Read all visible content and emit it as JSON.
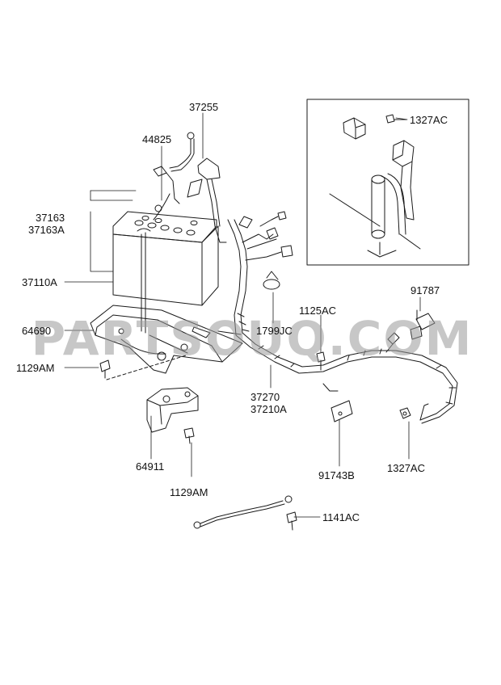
{
  "diagram": {
    "labels": {
      "p37255": "37255",
      "p44825": "44825",
      "p37163": "37163",
      "p37163A": "37163A",
      "p37110A": "37110A",
      "p64690": "64690",
      "p1129AM_a": "1129AM",
      "p64911": "64911",
      "p1129AM_b": "1129AM",
      "p1799JC": "1799JC",
      "p1125AC": "1125AC",
      "p37270": "37270",
      "p37210A": "37210A",
      "p91743B": "91743B",
      "p1327AC_a": "1327AC",
      "p91787": "91787",
      "p1327AC_b": "1327AC",
      "p1141AC": "1141AC"
    }
  },
  "watermark": "PARTSOUQ.COM",
  "colors": {
    "ink": "#1a1a1a",
    "watermark": "#9a9a9a",
    "background": "#ffffff"
  }
}
